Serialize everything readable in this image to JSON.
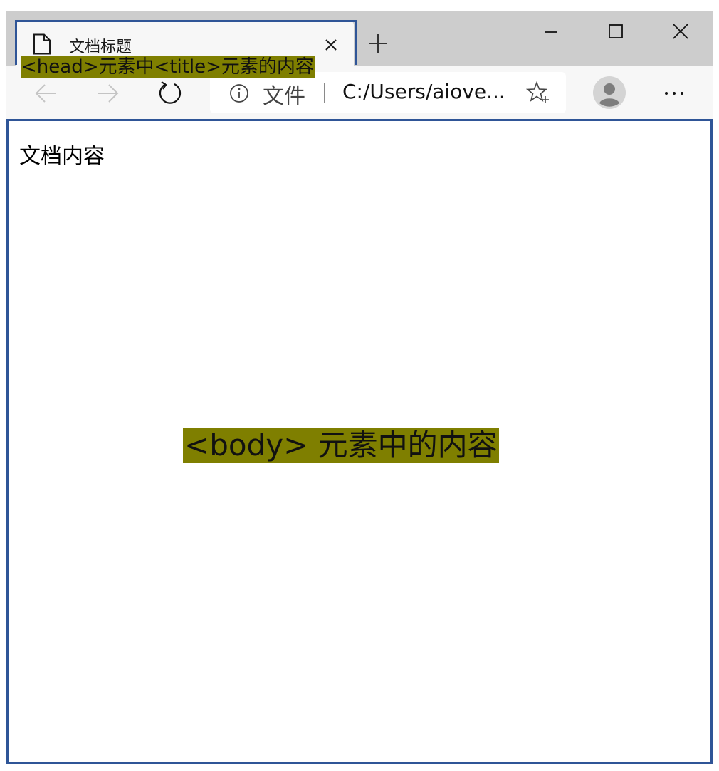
{
  "tab": {
    "title": "文档标题",
    "page_icon": "page-icon",
    "close_icon": "close-icon"
  },
  "new_tab_icon": "plus-icon",
  "window_controls": [
    "minimize-icon",
    "maximize-icon",
    "close-icon"
  ],
  "annotations": {
    "head": "<head>元素中<title>元素的内容",
    "body": "<body> 元素中的内容"
  },
  "toolbar": {
    "back_icon": "back-arrow-icon",
    "forward_icon": "forward-arrow-icon",
    "reload_icon": "reload-icon",
    "address": {
      "info_icon": "info-icon",
      "scheme_label": "文件",
      "url": "C:/Users/aiove...",
      "favorite_icon": "add-favorite-icon"
    },
    "profile_icon": "profile-avatar-icon",
    "more_icon": "more-icon"
  },
  "page": {
    "text": "文档内容"
  },
  "colors": {
    "highlight": "#7f7f00",
    "outline": "#2f5597",
    "tabstrip": "#cdcdcd",
    "toolbar": "#f7f7f7"
  }
}
